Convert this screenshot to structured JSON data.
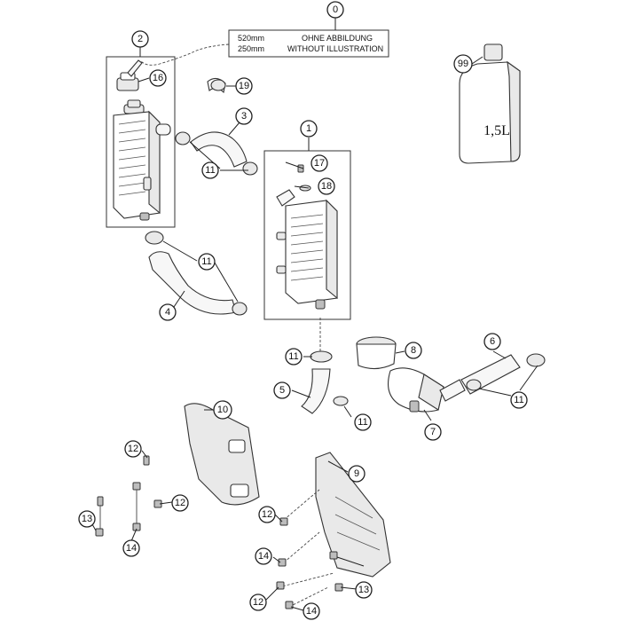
{
  "note": {
    "line1_left": "520mm",
    "line1_right": "OHNE ABBILDUNG",
    "line2_left": "250mm",
    "line2_right": "WITHOUT ILLUSTRATION"
  },
  "bottle_label": "1,5L",
  "callouts": {
    "c0": "0",
    "c1": "1",
    "c2": "2",
    "c3": "3",
    "c4": "4",
    "c5": "5",
    "c6": "6",
    "c7": "7",
    "c8": "8",
    "c9": "9",
    "c10": "10",
    "c11a": "11",
    "c11b": "11",
    "c11c": "11",
    "c11d": "11",
    "c11e": "11",
    "c11f": "11",
    "c12a": "12",
    "c12b": "12",
    "c12c": "12",
    "c12d": "12",
    "c13a": "13",
    "c13b": "13",
    "c14a": "14",
    "c14b": "14",
    "c14c": "14",
    "c16": "16",
    "c17": "17",
    "c18": "18",
    "c19": "19",
    "c99": "99"
  }
}
